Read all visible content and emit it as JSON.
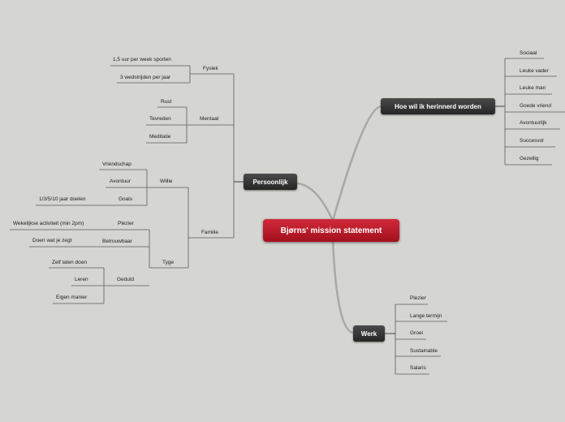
{
  "root": "Bjørns' mission statement",
  "branches": {
    "persoonlijk": {
      "label": "Persoonlijk",
      "fysiek": {
        "label": "Fysiek",
        "items": [
          "1,5 uur per week sporten",
          "3 wedstrijden per jaar"
        ]
      },
      "mentaal": {
        "label": "Mentaal",
        "items": [
          "Rust",
          "Tevreden",
          "Meditatie"
        ]
      },
      "familie": {
        "label": "Familie",
        "willie": {
          "label": "Willie",
          "items": [
            "Vriendschap",
            "Avontuur"
          ],
          "goals": {
            "label": "Goals",
            "items": [
              "1/3/5/10 jaar doelen"
            ]
          }
        },
        "tyge": {
          "label": "Tyge",
          "plezier": {
            "label": "Plezier",
            "items": [
              "Wekelijkse activiteit (min 2pm)"
            ]
          },
          "betrouwbaar": {
            "label": "Betrouwbaar",
            "items": [
              "Doen wat je zegt"
            ]
          },
          "geduld": {
            "label": "Geduld",
            "items": [
              "Zelf laten doen",
              "Leren",
              "Eigen manier"
            ]
          }
        }
      }
    },
    "herinnerd": {
      "label": "Hoe wil ik herinnerd worden",
      "items": [
        "Sociaal",
        "Leuke vader",
        "Leuke man",
        "Goede vriend",
        "Avontuurlijk",
        "Succesvol",
        "Gezellig"
      ]
    },
    "werk": {
      "label": "Werk",
      "items": [
        "Plezier",
        "Lange termijn",
        "Groei",
        "Sustainable",
        "Salaris"
      ]
    }
  },
  "colors": {
    "root": "#c0172a",
    "branch": "#333333",
    "line": "#5a5a5a",
    "connector": "#a8a8a6",
    "background": "#d5d6d1"
  }
}
